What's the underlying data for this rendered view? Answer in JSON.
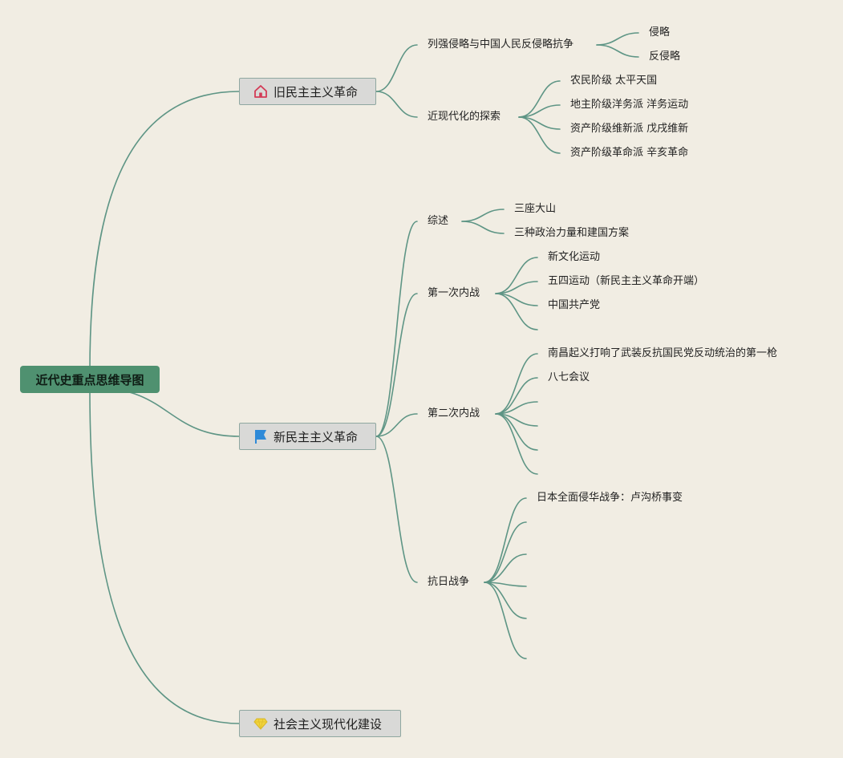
{
  "root": "近代史重点思维导图",
  "branches": [
    {
      "label": "旧民主主义革命",
      "icon": "house-icon",
      "children": [
        {
          "label": "列强侵略与中国人民反侵略抗争",
          "children": [
            "侵略",
            "反侵略"
          ]
        },
        {
          "label": "近现代化的探索",
          "children": [
            "农民阶级 太平天国",
            "地主阶级洋务派 洋务运动",
            "资产阶级维新派 戊戌维新",
            "资产阶级革命派 辛亥革命"
          ]
        }
      ]
    },
    {
      "label": "新民主主义革命",
      "icon": "flag-icon",
      "children": [
        {
          "label": "综述",
          "children": [
            "三座大山",
            "三种政治力量和建国方案"
          ]
        },
        {
          "label": "第一次内战",
          "children": [
            "新文化运动",
            "五四运动（新民主主义革命开端）",
            "中国共产党",
            ""
          ]
        },
        {
          "label": "第二次内战",
          "children": [
            "南昌起义打响了武装反抗国民党反动统治的第一枪",
            "八七会议",
            "",
            "",
            "",
            ""
          ]
        },
        {
          "label": "抗日战争",
          "children": [
            "日本全面侵华战争：卢沟桥事变",
            "",
            "",
            "",
            "",
            ""
          ]
        }
      ]
    },
    {
      "label": "社会主义现代化建设",
      "icon": "diamond-icon",
      "children": []
    }
  ]
}
